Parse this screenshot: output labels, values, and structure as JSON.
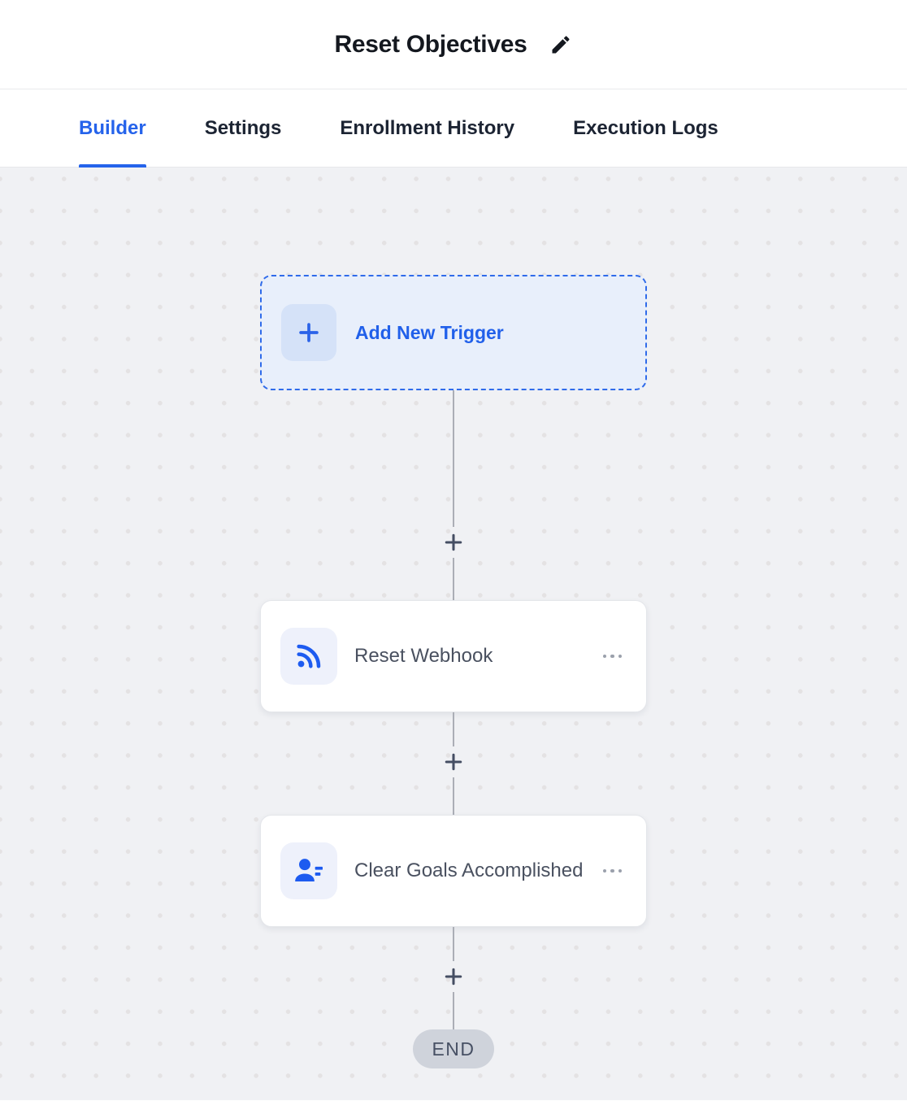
{
  "header": {
    "title": "Reset Objectives",
    "edit_icon": "pencil-icon"
  },
  "tabs": [
    {
      "label": "Builder",
      "active": true
    },
    {
      "label": "Settings",
      "active": false
    },
    {
      "label": "Enrollment History",
      "active": false
    },
    {
      "label": "Execution Logs",
      "active": false
    }
  ],
  "canvas": {
    "trigger_card": {
      "label": "Add New Trigger",
      "icon": "plus-icon"
    },
    "steps": [
      {
        "label": "Reset Webhook",
        "icon": "webhook-rss-icon",
        "menu_icon": "ellipsis-icon"
      },
      {
        "label": "Clear Goals Accomplished",
        "icon": "user-list-icon",
        "menu_icon": "ellipsis-icon"
      }
    ],
    "end_badge": "END"
  },
  "colors": {
    "accent_blue": "#2563eb",
    "icon_blue": "#1d5bf0",
    "trigger_bg": "#e8effb",
    "trigger_tile_bg": "#d5e2f8",
    "step_tile_bg": "#eef1fb",
    "canvas_bg": "#f0f1f4",
    "canvas_dot": "#e4e2e3",
    "connector_gray": "#abaeb6",
    "plus_slate": "#454e63",
    "end_pill_bg": "#cfd3db",
    "title_text": "#14181f",
    "step_text": "#4a5160"
  }
}
